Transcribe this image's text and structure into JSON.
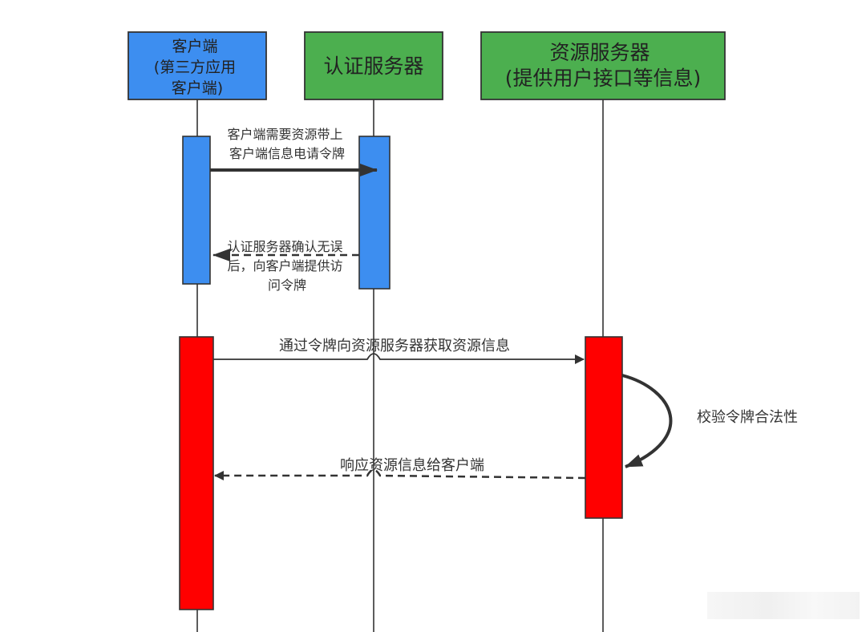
{
  "participants": {
    "client": {
      "lines": [
        "客户端",
        "(第三方应用",
        "客户端)"
      ],
      "color": "#3d8ef0"
    },
    "auth": {
      "lines": [
        "认证服务器"
      ],
      "color": "#4caf4f"
    },
    "resource": {
      "lines": [
        "资源服务器",
        "(提供用户接口等信息)"
      ],
      "color": "#4caf4f"
    }
  },
  "messages": {
    "m1": {
      "lines": [
        "客户端需要资源带上",
        "客户端信息电请令牌"
      ]
    },
    "m2": {
      "lines": [
        "认证服务器确认无误",
        "后，向客户端提供访",
        "问令牌"
      ]
    },
    "m3": {
      "lines": [
        "通过令牌向资源服务器获取资源信息"
      ]
    },
    "m4": {
      "lines": [
        "校验令牌合法性"
      ]
    },
    "m5": {
      "lines": [
        "响应资源信息给客户端"
      ]
    }
  },
  "colors": {
    "activation_blue": "#3d8ef0",
    "activation_red": "#ff0000",
    "line": "#333333"
  }
}
